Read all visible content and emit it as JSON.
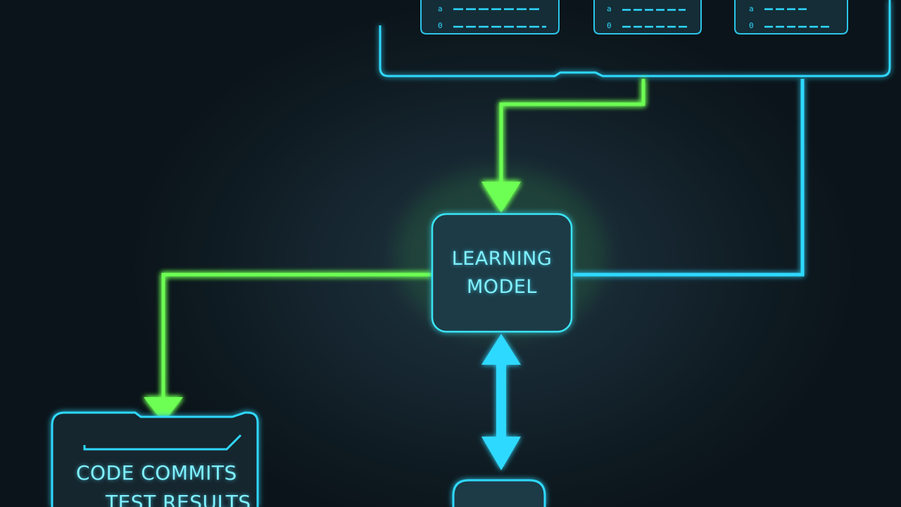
{
  "nodes": {
    "learning_model": {
      "line1": "LEARNING",
      "line2": "MODEL"
    },
    "code_commits": {
      "line1": "CODE COMMITS",
      "line2": "TEST RESULTS"
    }
  },
  "colors": {
    "background": "#0c151b",
    "green_line": "#6dff52",
    "blue_line": "#2fd9ff",
    "node_border": "#3be4f5",
    "node_fill": "#1f3a46",
    "text": "#7ff0ff"
  }
}
